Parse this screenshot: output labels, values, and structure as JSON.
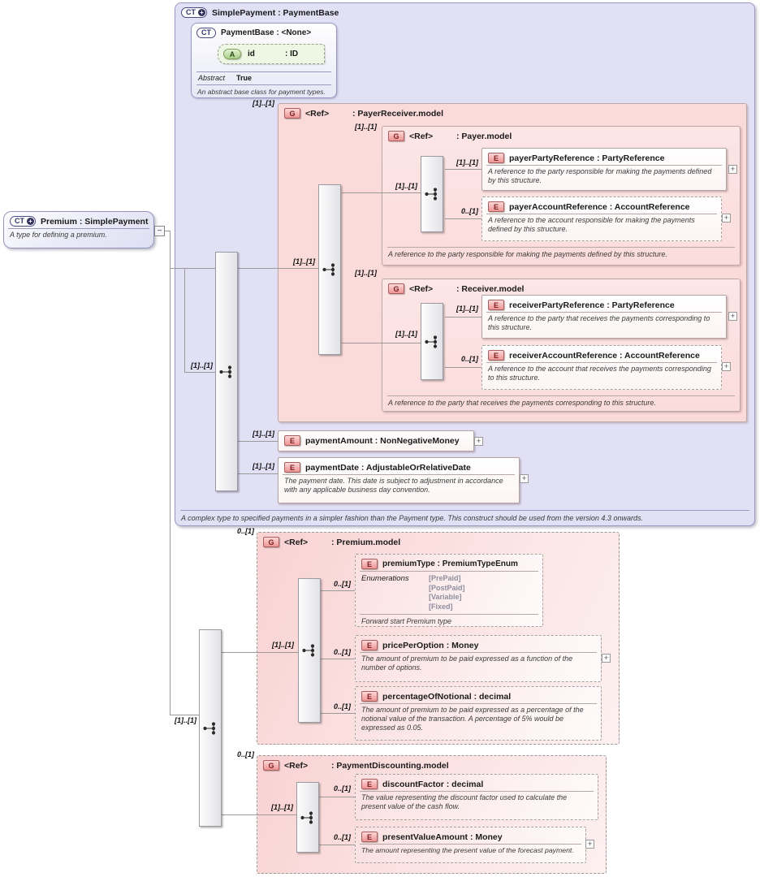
{
  "icons": {
    "complex_type": "CT",
    "group": "G",
    "element": "E",
    "attribute": "A",
    "expand": "+",
    "collapse": "−",
    "ref_label": "<Ref>"
  },
  "colors": {
    "lavender_fill": "#e1e0f5",
    "pink_fill": "#fbdada",
    "green_fill": "#edf7e3",
    "element_accent": "#aa5f5f",
    "complex_type_accent": "#4a4a85"
  },
  "premium": {
    "title": "Premium : SimplePayment",
    "description": "A type for defining a premium."
  },
  "simple_payment": {
    "title": "SimplePayment : PaymentBase",
    "sequence_occurs": "[1]..[1]",
    "footer": "A complex type to specified payments in a simpler fashion than the Payment type. This construct should be used from the version 4.3 onwards.",
    "payment_base": {
      "title": "PaymentBase : <None>",
      "attribute_id": {
        "name": "id",
        "type": ": ID"
      },
      "abstract_label": "Abstract",
      "abstract_value": "True",
      "description": "An abstract base class for payment types."
    },
    "payer_receiver": {
      "type_label": ": PayerReceiver.model",
      "occurs": "[1]..[1]",
      "occurs_in": "[1]..[1]",
      "payer": {
        "type_label": ": Payer.model",
        "occurs": "[1]..[1]",
        "occurs_in": "[1]..[1]",
        "footer": "A reference to the party responsible for making the payments defined by this structure.",
        "payer_party_reference": {
          "title": "payerPartyReference : PartyReference",
          "occurs": "[1]..[1]",
          "description": "A reference to the party responsible for making the payments defined by this structure."
        },
        "payer_account_reference": {
          "title": "payerAccountReference : AccountReference",
          "occurs": "0..[1]",
          "description": "A reference to the account responsible for making the payments defined by this structure."
        }
      },
      "receiver": {
        "type_label": ": Receiver.model",
        "occurs": "[1]..[1]",
        "occurs_in": "[1]..[1]",
        "footer": "A reference to the party that receives the payments corresponding to this structure.",
        "receiver_party_reference": {
          "title": "receiverPartyReference : PartyReference",
          "occurs": "[1]..[1]",
          "description": "A reference to the party that receives the payments corresponding to this structure."
        },
        "receiver_account_reference": {
          "title": "receiverAccountReference : AccountReference",
          "occurs": "0..[1]",
          "description": "A reference to the account that receives the payments corresponding to this structure."
        }
      }
    },
    "payment_amount": {
      "title": "paymentAmount : NonNegativeMoney",
      "occurs": "[1]..[1]"
    },
    "payment_date": {
      "title": "paymentDate : AdjustableOrRelativeDate",
      "occurs": "[1]..[1]",
      "description": "The payment date. This date is subject to adjustment in accordance with any applicable business day convention."
    }
  },
  "premium_content": {
    "sequence_occurs": "[1]..[1]"
  },
  "premium_model": {
    "type_label": ": Premium.model",
    "occurs": "0..[1]",
    "occurs_in": "[1]..[1]",
    "premium_type": {
      "title": "premiumType : PremiumTypeEnum",
      "occurs": "0..[1]",
      "enumerations_label": "Enumerations",
      "enumerations": [
        "[PrePaid]",
        "[PostPaid]",
        "[Variable]",
        "[Fixed]"
      ],
      "footer": "Forward start Premium type"
    },
    "price_per_option": {
      "title": "pricePerOption : Money",
      "occurs": "0..[1]",
      "description": "The amount of premium to be paid expressed as a function of the number of options."
    },
    "percentage_of_notional": {
      "title": "percentageOfNotional : decimal",
      "occurs": "0..[1]",
      "description": "The amount of premium to be paid expressed as a percentage of the notional value of the transaction. A percentage of 5% would be expressed as 0.05."
    }
  },
  "payment_discounting": {
    "type_label": ": PaymentDiscounting.model",
    "occurs": "0..[1]",
    "occurs_in": "[1]..[1]",
    "discount_factor": {
      "title": "discountFactor : decimal",
      "occurs": "0..[1]",
      "description": "The value representing the discount factor used to calculate the present value of the cash flow."
    },
    "present_value_amount": {
      "title": "presentValueAmount : Money",
      "occurs": "0..[1]",
      "description": "The amount representing the present value of the forecast payment."
    }
  }
}
